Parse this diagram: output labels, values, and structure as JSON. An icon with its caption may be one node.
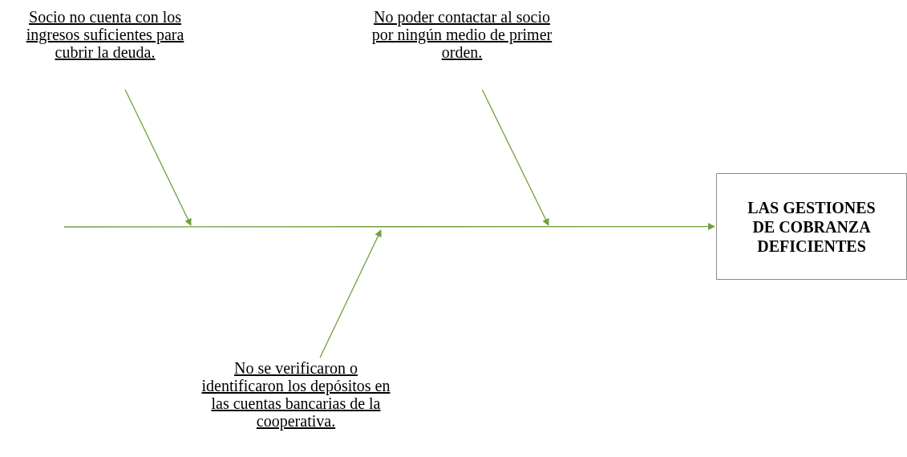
{
  "diagram": {
    "nodes": [
      {
        "text": [
          "Socio no cuenta con los ingresos suficientes para cubrir la deuda."
        ]
      },
      {
        "text": [
          "No poder contactar al socio por ningún medio de primer orden."
        ]
      },
      {
        "text": [
          "No se verificaron o identificaron los depósitos en las cuentas bancarias de la cooperativa."
        ]
      },
      {
        "text": [
          "LAS GESTIONES DE COBRANZA DEFICIENTES"
        ]
      }
    ],
    "edges": [
      {
        "from": null,
        "to": 3,
        "arrow": "to"
      },
      {
        "from": 0,
        "to": null,
        "arrow": "to"
      },
      {
        "from": 1,
        "to": null,
        "arrow": "to"
      },
      {
        "from": 2,
        "to": null,
        "arrow": "to"
      }
    ]
  }
}
